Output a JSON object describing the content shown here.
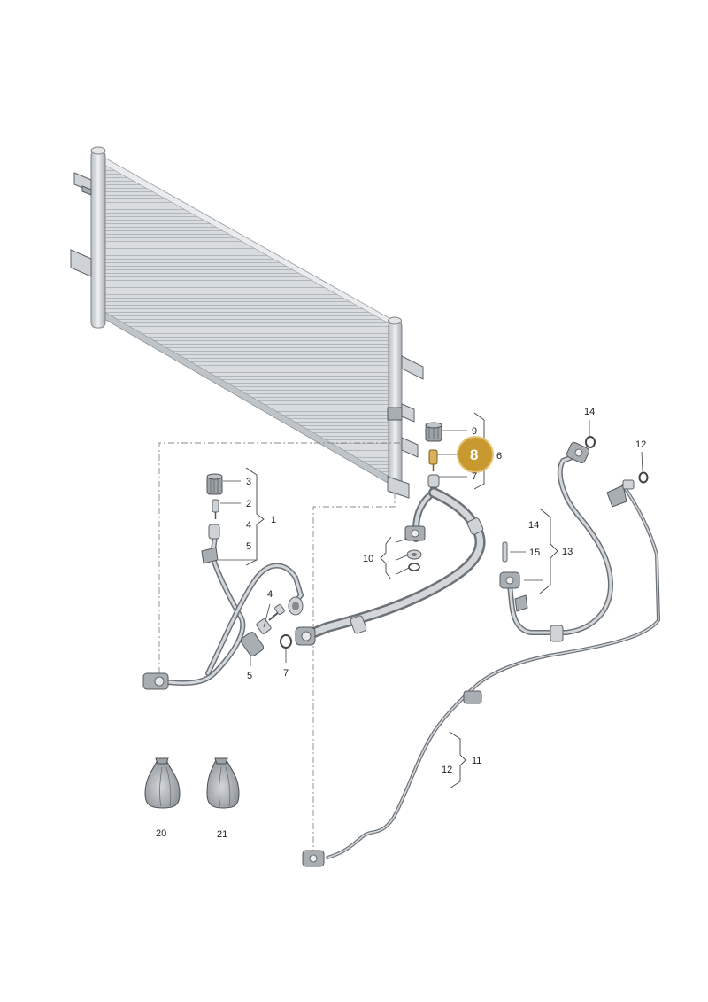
{
  "labels": {
    "l1": "1",
    "l2": "2",
    "l3": "3",
    "l4a": "4",
    "l4b": "4",
    "l5a": "5",
    "l5b": "5",
    "l6": "6",
    "l7a": "7",
    "l7b": "7",
    "l8": "8",
    "l9": "9",
    "l10": "10",
    "l11": "11",
    "l12a": "12",
    "l12b": "12",
    "l13": "13",
    "l14a": "14",
    "l14b": "14",
    "l15": "15",
    "l20": "20",
    "l21": "21"
  },
  "colors": {
    "highlight_fill": "#c7992f",
    "highlight_ring": "#e3c27a",
    "part_grey": "#cfd3d6",
    "line_dark": "#5d6368"
  }
}
